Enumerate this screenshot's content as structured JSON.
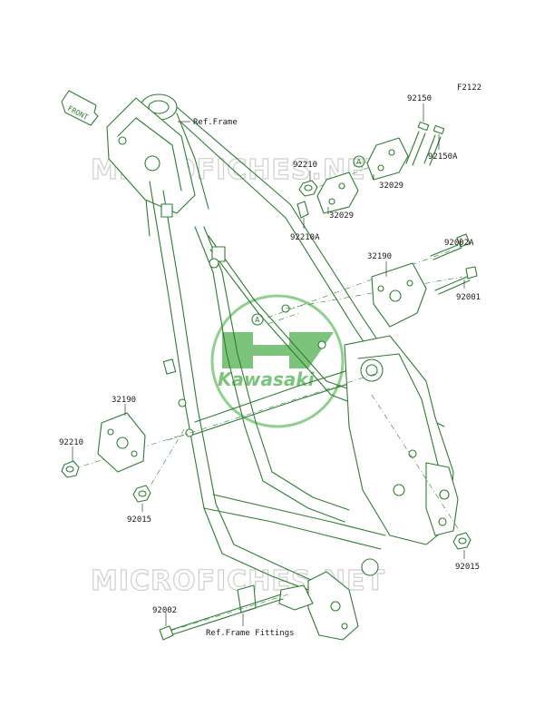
{
  "figure_code": "F2122",
  "front_label": "FRONT",
  "watermark": "MICROFICHES.NET",
  "logo_text": "Kawasaki",
  "ref_frame": "Ref.Frame",
  "ref_frame_fittings": "Ref.Frame Fittings",
  "ref_marker": "A",
  "colors": {
    "line": "#2e7d32",
    "logo": "#5cb85c",
    "watermark": "#cfcfcf"
  },
  "parts": {
    "p92150": "92150",
    "p92150A": "92150A",
    "p92210_top": "92210",
    "p92210A": "92210A",
    "p32029_a": "32029",
    "p32029_b": "32029",
    "p92002A": "92002A",
    "p32190_right": "32190",
    "p92001": "92001",
    "p32190_left": "32190",
    "p92210_left": "92210",
    "p92015_left": "92015",
    "p92015_right": "92015",
    "p92002": "92002"
  }
}
